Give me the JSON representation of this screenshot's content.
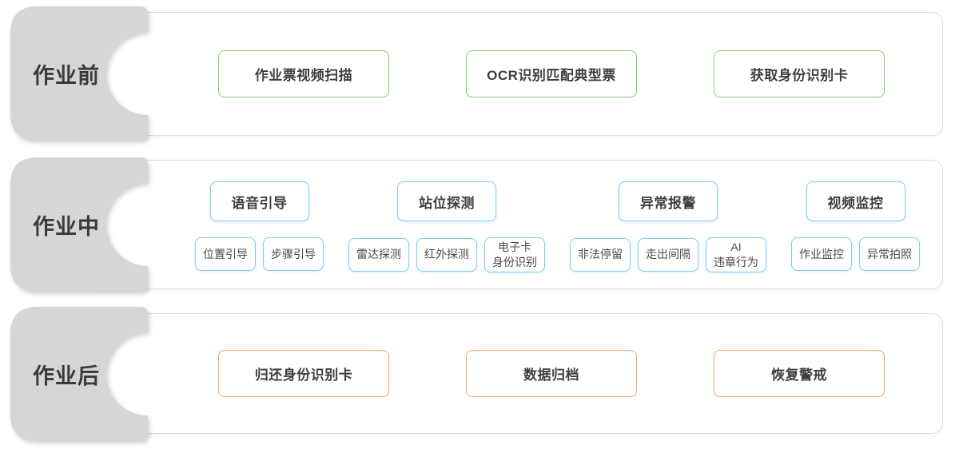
{
  "rows": [
    {
      "label": "作业前",
      "theme": "green",
      "boxes": [
        "作业票视频扫描",
        "OCR识别匹配典型票",
        "获取身份识别卡"
      ]
    },
    {
      "label": "作业中",
      "theme": "blue",
      "groups": [
        {
          "header": "语音引导",
          "items": [
            "位置引导",
            "步骤引导"
          ]
        },
        {
          "header": "站位探测",
          "items": [
            "雷达探测",
            "红外探测",
            "电子卡\n身份识别"
          ]
        },
        {
          "header": "异常报警",
          "items": [
            "非法停留",
            "走出间隔",
            "AI\n违章行为"
          ]
        },
        {
          "header": "视频监控",
          "items": [
            "作业监控",
            "异常拍照"
          ]
        }
      ]
    },
    {
      "label": "作业后",
      "theme": "orange",
      "boxes": [
        "归还身份识别卡",
        "数据归档",
        "恢复警戒"
      ]
    }
  ],
  "colors": {
    "green_accent": "#8cc878",
    "blue_accent": "#83cbf2",
    "orange_accent": "#f8a269",
    "tab_fill": "#d6d6d6",
    "tab_text": "#3a3a3a",
    "node_text": "#3f3f3f",
    "subnode_text": "#4a4a4a",
    "panel_border": "#dddddd"
  }
}
